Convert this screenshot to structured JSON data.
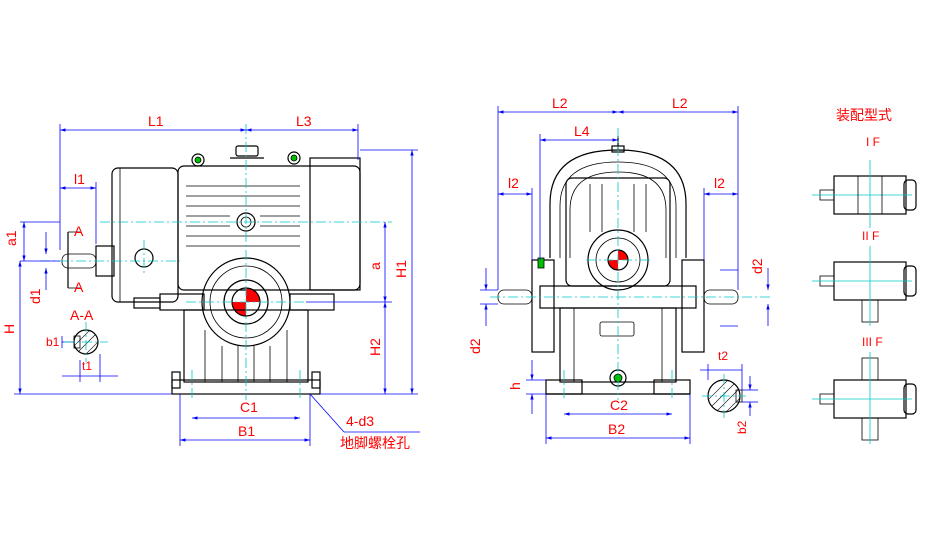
{
  "labels": {
    "L1": "L1",
    "L3": "L3",
    "l1": "l1",
    "a1": "a1",
    "A_top": "A",
    "A_bottom": "A",
    "d1": "d1",
    "a": "a",
    "H1": "H1",
    "H": "H",
    "H2": "H2",
    "AA": "A-A",
    "b1": "b1",
    "t1": "t1",
    "C1": "C1",
    "B1": "B1",
    "d3": "4-d3",
    "L2_left": "L2",
    "L2_right": "L2",
    "L4": "L4",
    "l2_left": "l2",
    "l2_right": "l2",
    "d2_right": "d2",
    "d2_left": "d2",
    "h": "h",
    "C2": "C2",
    "B2": "B2",
    "t2": "t2",
    "b2": "b2"
  },
  "notes": {
    "anchor_bolt_hole": "地脚螺栓孔",
    "assembly_type": "装配型式"
  },
  "assembly_types": [
    "I F",
    "II F",
    "III F"
  ],
  "colors": {
    "outline": "#000000",
    "dimension": "#0000ff",
    "centerline": "#00c8c8",
    "label": "#ff0000",
    "marker": "#00c000"
  }
}
